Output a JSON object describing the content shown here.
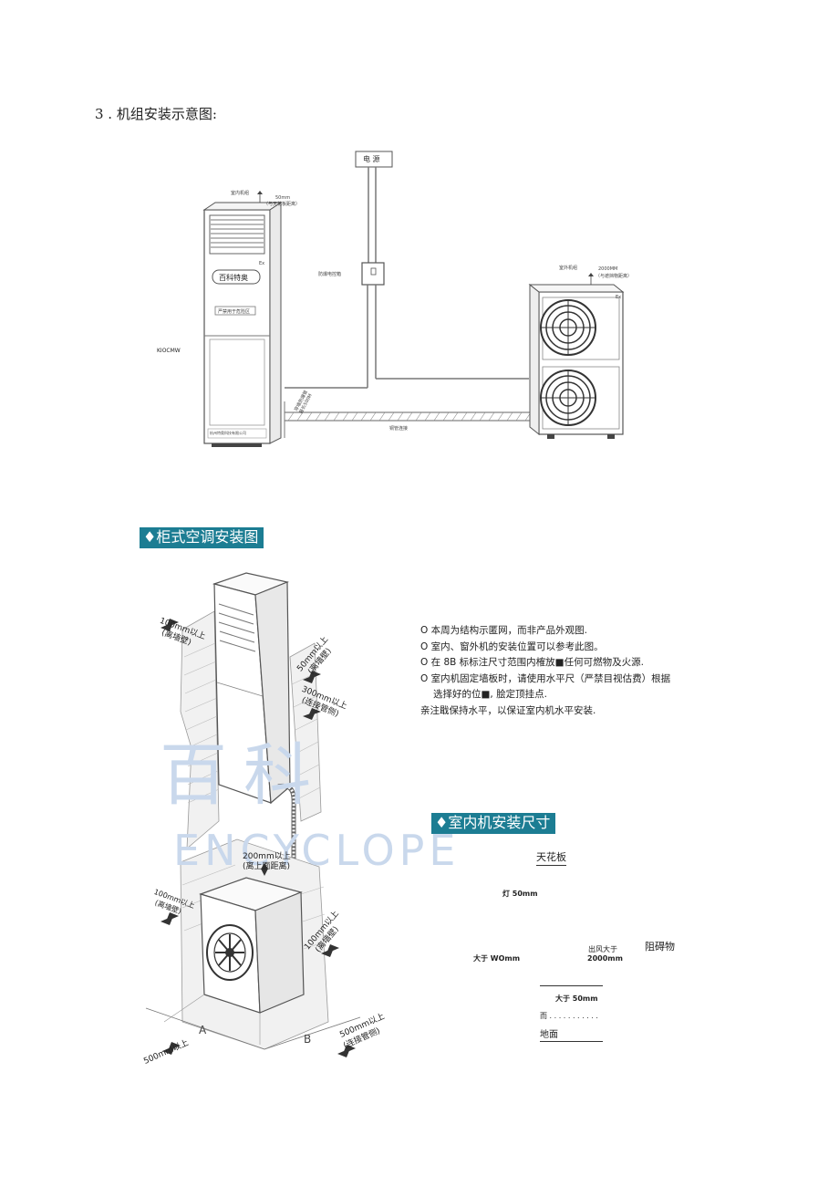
{
  "heading": "3 . 机组安装示意图:",
  "diagram1": {
    "power_label": "电 源",
    "indoor_unit_label": "室内机组",
    "top_clearance": "50mm",
    "top_clearance_note": "（与天花板距离）",
    "ex_mark_indoor": "Ex",
    "brand_plate": "百科特奥",
    "brand_sub": "严禁用于危险区",
    "bottom_plate": "杭州特奥科技有限公司",
    "side_code": "KIOCMW",
    "control_box_label": "防爆电控箱",
    "wall_note": "穿墙防爆管\n最长500M",
    "pipe_label": "铜管连接",
    "outdoor_unit_label": "室外机组",
    "outdoor_clearance": "2000MM",
    "outdoor_clearance_note": "（与遮挡物距离）",
    "ex_mark_outdoor": "Ex"
  },
  "section2": {
    "banner": "♦柜式空调安装图",
    "label_left_top_1": "100mm以上",
    "label_left_top_2": "(离墙壁)",
    "label_right_top_1": "50mm以上",
    "label_right_top_2": "(离墙壁)",
    "label_right_mid_1": "300mm以上",
    "label_right_mid_2": "(连接管侧)",
    "label_center_1": "200mm以上",
    "label_center_2": "(离上面距离)",
    "label_left_low_1": "100mm以上",
    "label_left_low_2": "(离墙壁)",
    "label_right_low_1": "100mm以上",
    "label_right_low_2": "(离墙壁)",
    "label_bottom_left": "500mm以上",
    "label_bottom_right_1": "500mm以上",
    "label_bottom_right_2": "(连接管侧)",
    "label_a": "A",
    "label_b": "B",
    "watermark_cn": "百科",
    "watermark_en": "ENCYCLOPE"
  },
  "notes": [
    "O 本周为结构示匿网，而非产品外观图.",
    "O 室内、窗外机的安装位置可以参考此图。",
    "O 在 8B 标标注尺寸范围内榷放■任何可燃物及火源.",
    "O 室内机固定墙板时，请使用水平尺（严禁目视估费）根据",
    "选择好的位■, 脍定顶挂点.",
    "亲注戢保持水平，以保证室内机水平安装."
  ],
  "section3": {
    "banner": "♦室内机安装尺寸",
    "ceiling": "天花板",
    "top_gap": "灯 50mm",
    "side_gap": "大于 WOmm",
    "outlet_1": "出风大于",
    "outlet_2": "2000mm",
    "obstacle": "阻碍物",
    "bottom_gap": "大于 50mm",
    "dots": "而 . . . . . . . . . . .",
    "floor": "地面"
  }
}
